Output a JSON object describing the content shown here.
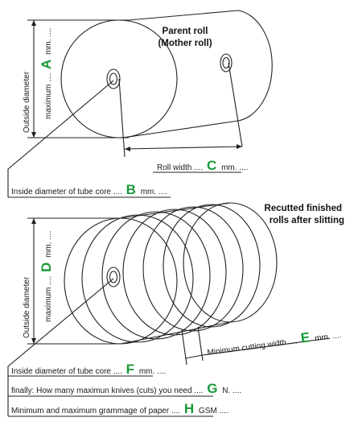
{
  "accent_color": "#1a9a3a",
  "top_diagram": {
    "title_line1": "Parent roll",
    "title_line2": "(Mother roll)",
    "outside_diameter_label": "Outside diameter",
    "maximum_label": "maximum ....",
    "code_a": "A",
    "unit_a": "mm. ....",
    "roll_width_label": "Roll width ....",
    "code_c": "C",
    "unit_c": "mm. ....",
    "inside_core_label": "Inside diameter of tube core ....",
    "code_b": "B",
    "unit_b": "mm. ...."
  },
  "bottom_diagram": {
    "title_line1": "Recutted finished",
    "title_line2": "rolls after slitting",
    "outside_diameter_label": "Outside diameter",
    "maximum_label": "maximum ....",
    "code_d": "D",
    "unit_d": "mm. ....",
    "min_cutting_label": "Minimum cutting width ....",
    "code_e": "E",
    "unit_e": "mm. ....",
    "inside_core_label": "Inside diameter of tube core ....",
    "code_f": "F",
    "unit_f": "mm. ....",
    "knives_label": "finally: How many maximun knives (cuts) you need ....",
    "code_g": "G",
    "unit_g": "N. ....",
    "grammage_label": "Minimum and maximum grammage of paper ....",
    "code_h": "H",
    "unit_h": "GSM ...."
  }
}
